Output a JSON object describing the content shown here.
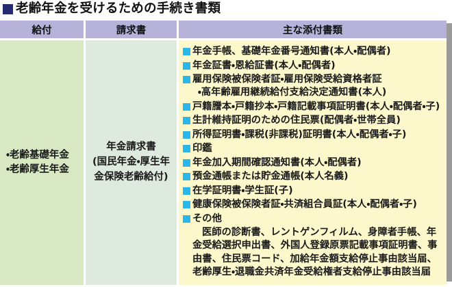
{
  "title": {
    "marker": "filled-square-marker",
    "text": "老齢年金を受けるための手続き書類"
  },
  "table": {
    "headers": [
      {
        "label": "給付"
      },
      {
        "label": "請求書"
      },
      {
        "label": "主な添付書類"
      }
    ],
    "benefit_cell": {
      "lines": [
        "・老齢基礎年金",
        "・老齢厚生年金"
      ]
    },
    "form_cell": {
      "lines": [
        "年金請求書",
        "(国民年金・厚生年",
        "金保険老齢給付)"
      ]
    },
    "documents": [
      {
        "main": "年金手帳、基礎年金番号通知書(本人・配偶者)",
        "sub": ""
      },
      {
        "main": "年金証書・恩給証書(本人・配偶者)",
        "sub": ""
      },
      {
        "main": "雇用保険被保険者証・雇用保険受給資格者証",
        "sub": "・高年齢雇用継続給付支給決定通知書(本人)"
      },
      {
        "main": "戸籍謄本・戸籍抄本・戸籍記載事項証明書(本人・配偶者・子)",
        "sub": ""
      },
      {
        "main": "生計維持証明のための住民票(配偶者・世帯全員)",
        "sub": ""
      },
      {
        "main": "所得証明書・課税(非課税)証明書(本人・配偶者・子)",
        "sub": ""
      },
      {
        "main": "印鑑",
        "sub": ""
      },
      {
        "main": "年金加入期間確認通知書(本人・配偶者)",
        "sub": ""
      },
      {
        "main": "預金通帳または貯金通帳(本人名義)",
        "sub": ""
      },
      {
        "main": "在学証明書・学生証(子)",
        "sub": ""
      },
      {
        "main": "健康保険被保険者証・共済組合員証(本人・配偶者・子)",
        "sub": ""
      },
      {
        "main": "その他",
        "sub": ""
      }
    ],
    "other_detail": "医師の診断書、レントゲンフィルム、身障者手帳、年金受給選択申出書、外国人登録原票記載事項証明書、事由書、住民票コード、加給年金額支給停止事由該当届、老齢厚生・退職金共済年金受給権者支給停止事由該当届"
  },
  "colors": {
    "title_marker": "#262a6e",
    "header_bg": "#b6b2da",
    "benefit_bg": "#d7e8c3",
    "form_bg": "#dfeade",
    "docs_bg": "#fcf8cc",
    "bullet": "#29b6e8",
    "shadow": "#9b9b9b"
  }
}
